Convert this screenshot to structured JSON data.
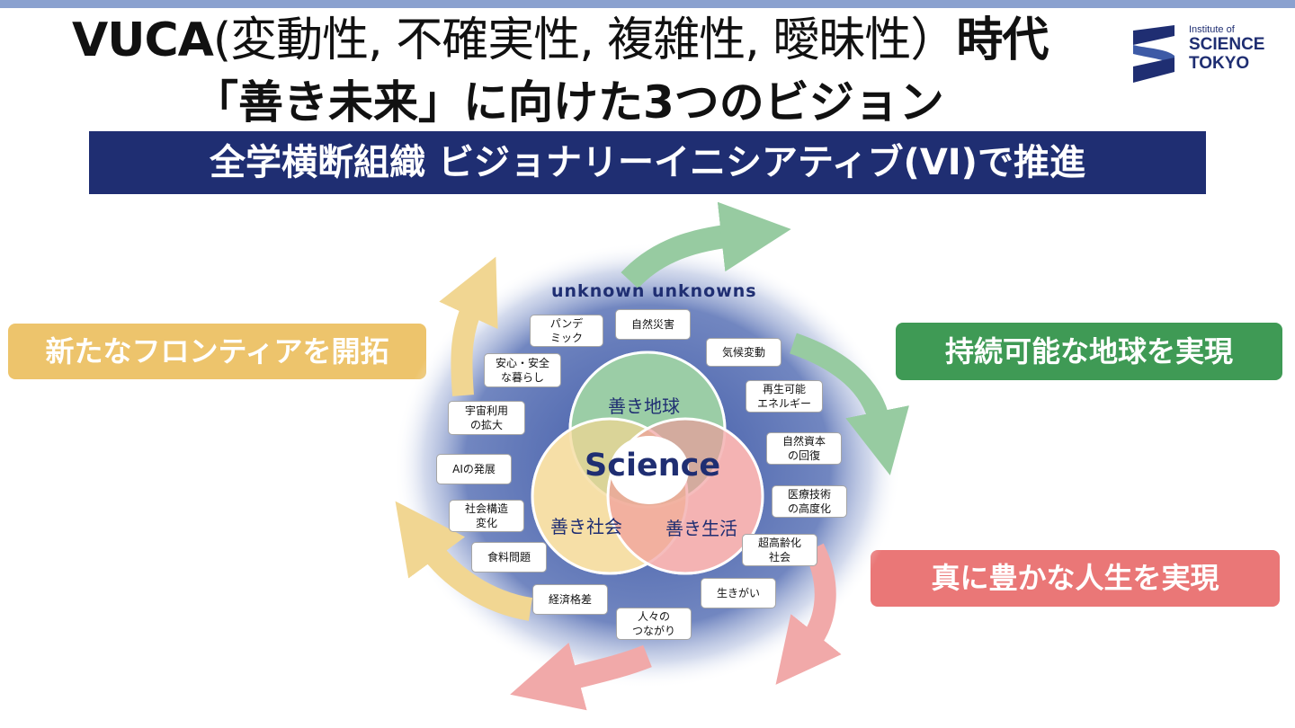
{
  "header": {
    "title_bold_1": "VUCA",
    "title_regular": "(変動性, 不確実性, 複雑性, 曖昧性）",
    "title_bold_2": "時代",
    "subtitle": "「善き未来」に向けた3つのビジョン",
    "banner": "全学横断組織 ビジョナリーイニシアティブ(VI)で推進"
  },
  "logo": {
    "line1": "Institute of",
    "line2": "SCIENCE",
    "line3": "TOKYO"
  },
  "visions": {
    "frontier": "新たなフロンティアを開拓",
    "earth": "持続可能な地球を実現",
    "life": "真に豊かな人生を実現"
  },
  "diagram": {
    "outer_label": "unknown unknowns",
    "center": "Science",
    "circle_earth": "善き地球",
    "circle_society": "善き社会",
    "circle_life": "善き生活",
    "keywords": [
      "パンデ\nミック",
      "自然災害",
      "気候変動",
      "再生可能\nエネルギー",
      "自然資本\nの回復",
      "医療技術\nの高度化",
      "超高齢化\n社会",
      "生きがい",
      "人々の\nつながり",
      "経済格差",
      "食料問題",
      "社会構造\n変化",
      "AIの発展",
      "宇宙利用\nの拡大",
      "安心・安全\nな暮らし"
    ]
  },
  "colors": {
    "navy": "#1f2e72",
    "yellow": "#edc46c",
    "green": "#3f9a55",
    "red": "#ea7777"
  }
}
